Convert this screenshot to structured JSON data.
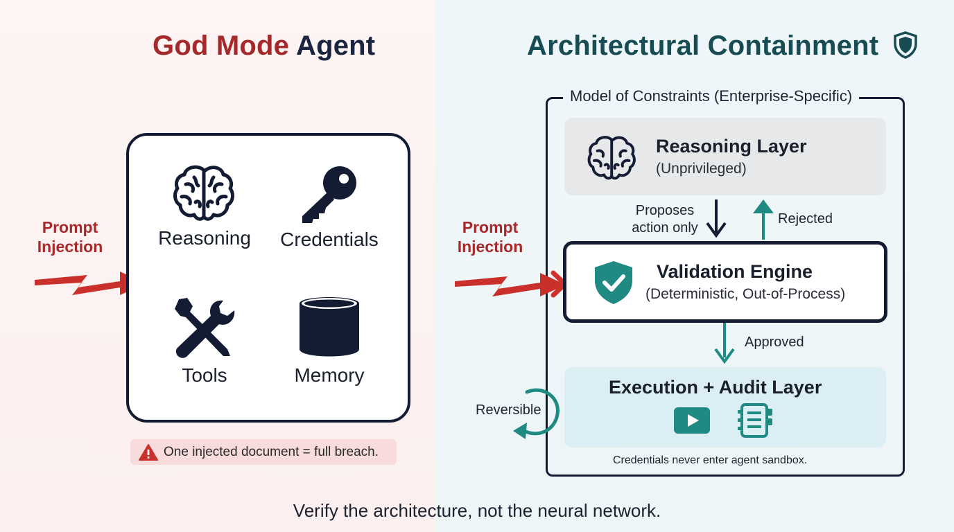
{
  "left_panel": {
    "title_accent": "God Mode",
    "title_rest": "Agent",
    "injection_label": [
      "Prompt",
      "Injection"
    ],
    "capabilities": [
      {
        "label": "Reasoning",
        "icon": "brain-icon"
      },
      {
        "label": "Credentials",
        "icon": "key-icon"
      },
      {
        "label": "Tools",
        "icon": "tools-icon"
      },
      {
        "label": "Memory",
        "icon": "database-icon"
      }
    ],
    "warning": "One injected document = full breach."
  },
  "right_panel": {
    "title": "Architectural Containment",
    "constraints_label": "Model of Constraints (Enterprise-Specific)",
    "injection_label": [
      "Prompt",
      "Injection"
    ],
    "reasoning_layer": {
      "title": "Reasoning Layer",
      "subtitle": "(Unprivileged)"
    },
    "proposes_label": [
      "Proposes",
      "action only"
    ],
    "rejected_label": "Rejected",
    "validation_engine": {
      "title": "Validation Engine",
      "subtitle": "(Deterministic, Out-of-Process)"
    },
    "approved_label": "Approved",
    "execution_layer": {
      "title": "Execution + Audit Layer"
    },
    "reversible_label": "Reversible",
    "footnote": "Credentials never enter agent sandbox."
  },
  "tagline": "Verify the architecture, not the neural network.",
  "colors": {
    "danger": "#a5282b",
    "teal": "#1e8a82",
    "navy": "#141c33",
    "title_teal": "#174d52"
  }
}
